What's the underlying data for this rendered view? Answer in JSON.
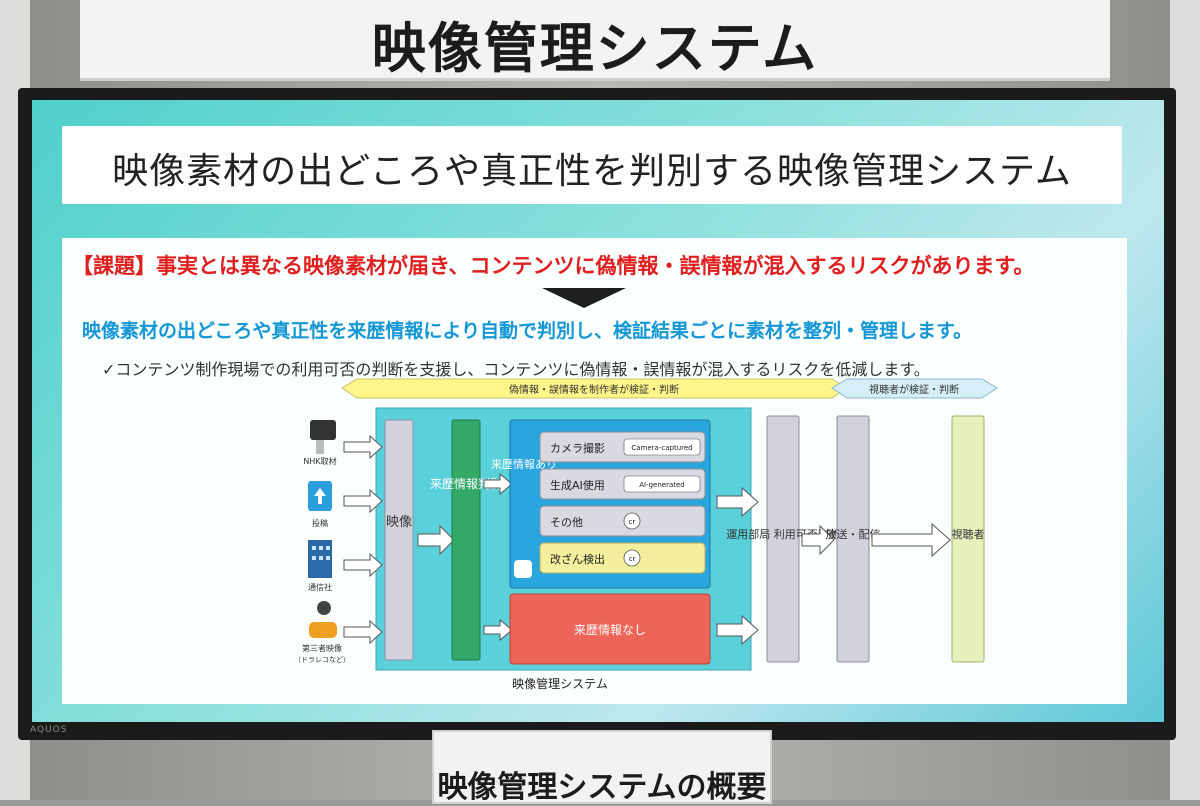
{
  "booth_sign": "映像管理システム",
  "tv_brand": "AQUOS",
  "slide": {
    "title": "映像素材の出どころや真正性を判別する映像管理システム",
    "issue": "【課題】事実とは異なる映像素材が届き、コンテンツに偽情報・誤情報が混入するリスクがあります。",
    "headline": "映像素材の出どころや真正性を来歴情報により自動で判別し、検証結果ごとに素材を整列・管理します。",
    "sub": "✓コンテンツ制作現場での利用可否の判断を支援し、コンテンツに偽情報・誤情報が混入するリスクを低減します。",
    "diagram": {
      "arrow_producer": "偽情報・誤情報を制作者が検証・判断",
      "arrow_viewer": "視聴者が検証・判断",
      "sources": [
        "NHK取材",
        "投稿",
        "通信社",
        "第三者映像",
        "（ドラレコなど）"
      ],
      "col_video": "映像",
      "col_judge": "来歴情報判別",
      "has_provenance": "来歴情報あり",
      "categories": [
        {
          "label": "カメラ撮影",
          "badge": "Camera-captured"
        },
        {
          "label": "生成AI使用",
          "badge": "AI-generated"
        },
        {
          "label": "その他",
          "badge": ""
        },
        {
          "label": "改ざん検出",
          "badge": ""
        }
      ],
      "cr_mark": "cr",
      "no_provenance": "来歴情報なし",
      "system_label": "映像管理システム",
      "operations": "運用部局 利用可否判断",
      "broadcast": "放送・配信",
      "viewer": "視聴者"
    }
  },
  "bottom_sign": "映像管理システムの概要",
  "colors": {
    "system_box": "#5ad1da",
    "judge_green": "#33a867",
    "provenance_blue": "#29a6de",
    "no_provenance_red": "#ec6558",
    "viewer_box": "#e8efbb",
    "producer_arrow": "#fff68a",
    "viewer_arrow": "#d5eef7"
  }
}
